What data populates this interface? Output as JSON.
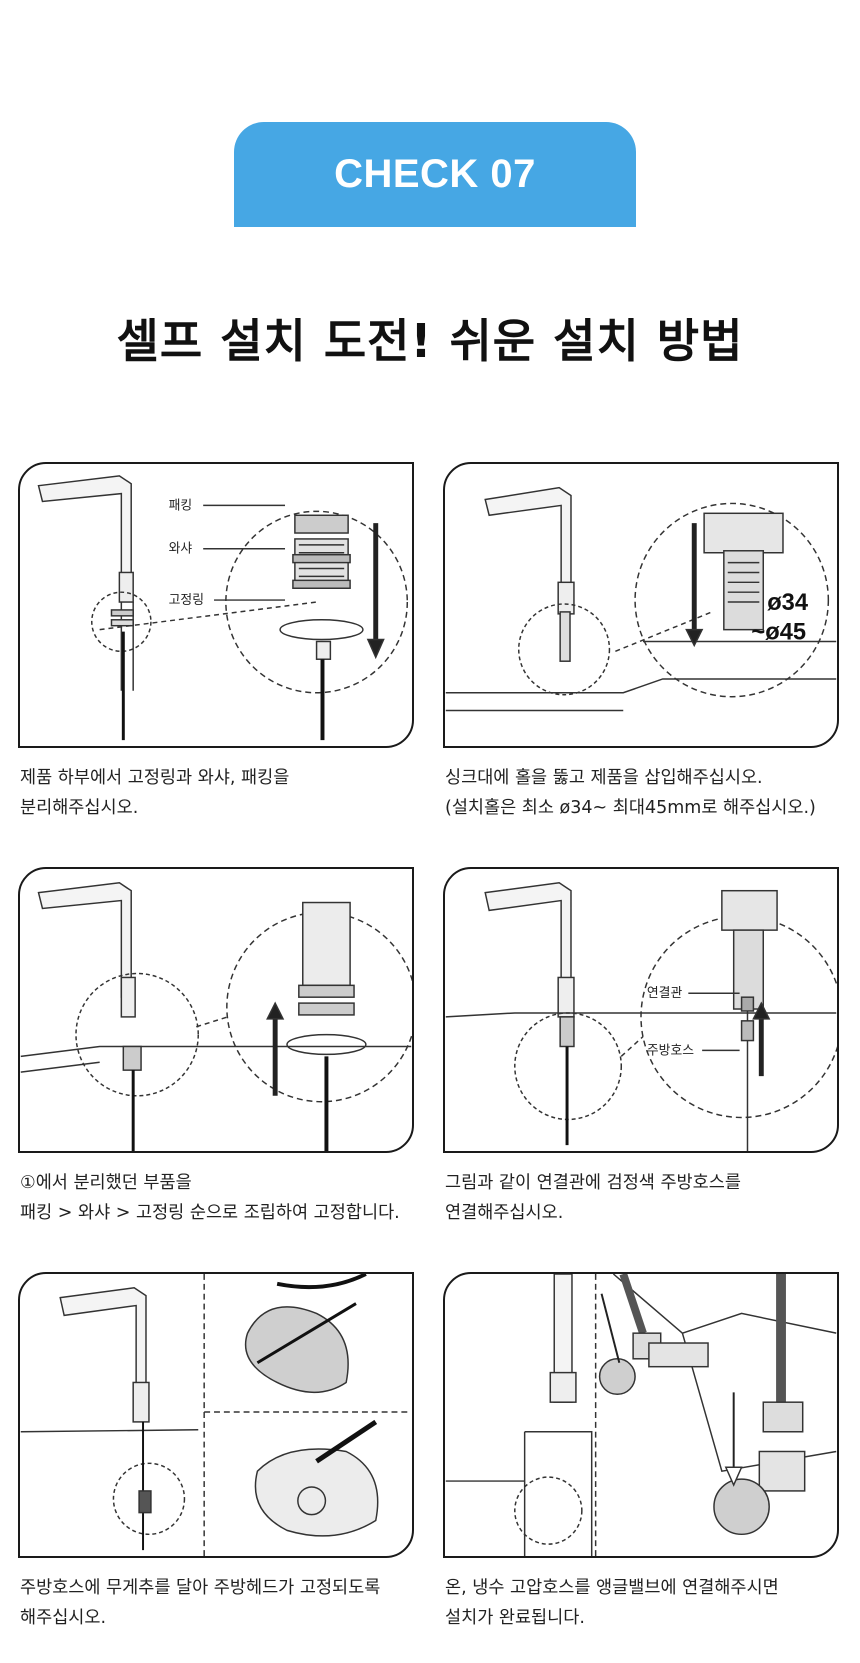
{
  "badge": {
    "label": "CHECK 07",
    "color": "#46a7e4"
  },
  "headline": "셀프 설치 도전! 쉬운 설치 방법",
  "steps": [
    {
      "labels": [
        "패킹",
        "와샤",
        "고정링"
      ],
      "caption": [
        "제품 하부에서 고정링과 와샤, 패킹을",
        "분리해주십시오."
      ]
    },
    {
      "labels": [
        "ø34",
        "~ø45"
      ],
      "caption": [
        "싱크대에 홀을 뚫고 제품을 삽입해주십시오.",
        "(설치홀은 최소 ø34~ 최대45mm로 해주십시오.)"
      ]
    },
    {
      "labels": [],
      "caption": [
        "①에서 분리했던 부품을",
        "패킹 > 와샤 > 고정링 순으로 조립하여 고정합니다."
      ]
    },
    {
      "labels": [
        "연결관",
        "주방호스"
      ],
      "caption": [
        "그림과 같이 연결관에 검정색 주방호스를",
        "연결해주십시오."
      ]
    },
    {
      "labels": [],
      "caption": [
        "주방호스에 무게추를 달아 주방헤드가 고정되도록",
        "해주십시오."
      ]
    },
    {
      "labels": [],
      "caption": [
        "온, 냉수 고압호스를 앵글밸브에 연결해주시면",
        "설치가 완료됩니다."
      ]
    }
  ]
}
